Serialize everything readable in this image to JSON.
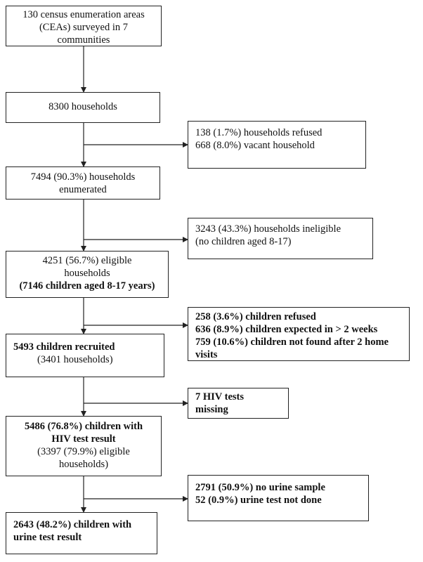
{
  "boxes": {
    "ceas": [
      "130 census enumeration areas",
      "(CEAs) surveyed in 7",
      "communities"
    ],
    "households": [
      "8300 households"
    ],
    "excl1": [
      "138 (1.7%) households refused",
      "668 (8.0%) vacant household"
    ],
    "enumerated": [
      "7494 (90.3%) households",
      "enumerated"
    ],
    "excl2": [
      "3243 (43.3%) households ineligible",
      "(no children aged 8-17)"
    ],
    "eligible": [
      "4251 (56.7%) eligible",
      "households",
      "(7146 children aged 8-17 years)"
    ],
    "excl3": [
      "258 (3.6%) children refused",
      "636 (8.9%) children expected in > 2 weeks",
      "759 (10.6%) children not found after 2 home",
      "visits"
    ],
    "recruited": [
      "5493 children recruited",
      "(3401 households)"
    ],
    "excl4": [
      "7 HIV tests",
      "missing"
    ],
    "hiv": [
      "5486 (76.8%) children with",
      "HIV test result",
      "(3397 (79.9%) eligible",
      "households)"
    ],
    "excl5": [
      "2791 (50.9%) no urine sample",
      "52 (0.9%) urine test not done"
    ],
    "urine": [
      "2643 (48.2%) children with",
      "urine test result"
    ]
  }
}
